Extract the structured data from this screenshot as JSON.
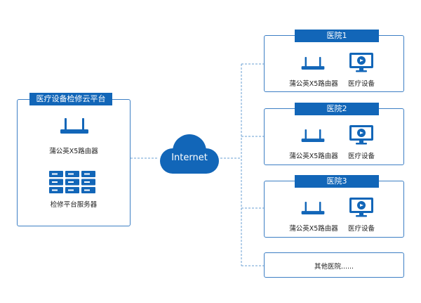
{
  "platform": {
    "title": "医疗设备检修云平台",
    "router_label": "蒲公英X5路由器",
    "server_label": "检修平台服务器"
  },
  "internet": {
    "label": "Internet"
  },
  "hospitals": [
    {
      "title": "医院1",
      "router_label": "蒲公英X5路由器",
      "device_label": "医疗设备"
    },
    {
      "title": "医院2",
      "router_label": "蒲公英X5路由器",
      "device_label": "医疗设备"
    },
    {
      "title": "医院3",
      "router_label": "蒲公英X5路由器",
      "device_label": "医疗设备"
    }
  ],
  "other": {
    "label": "其他医院......"
  },
  "colors": {
    "primary": "#1266b8",
    "border": "#3d7fc4",
    "connector": "#6a9fd3"
  },
  "icons": [
    "router-icon",
    "server-rack-icon",
    "cloud-icon",
    "monitor-icon"
  ]
}
